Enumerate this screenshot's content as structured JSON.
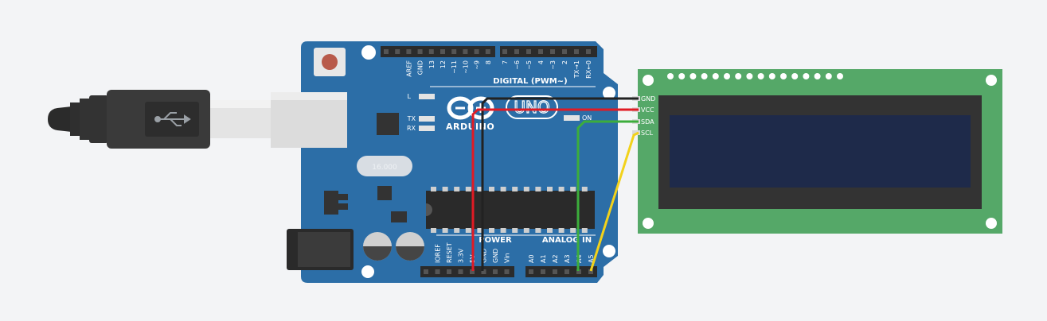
{
  "board": {
    "name": "UNO",
    "brand": "ARDUINO",
    "digital_header_label": "DIGITAL (PWM~)",
    "digital_pins": [
      "AREF",
      "GND",
      "13",
      "12",
      "~11",
      "~10",
      "~9",
      "8",
      "7",
      "~6",
      "~5",
      "4",
      "~3",
      "2",
      "TX→1",
      "RX←0"
    ],
    "power_header_label": "POWER",
    "power_pins": [
      "IOREF",
      "RESET",
      "3.3V",
      "5V",
      "GND",
      "GND",
      "Vin"
    ],
    "analog_header_label": "ANALOG IN",
    "analog_pins": [
      "A0",
      "A1",
      "A2",
      "A3",
      "A4",
      "A5"
    ],
    "led_labels": {
      "l": "L",
      "tx": "TX",
      "rx": "RX",
      "on": "ON"
    },
    "crystal_label": "16.000",
    "board_color": "#2c6ea7"
  },
  "lcd": {
    "pins": [
      "GND",
      "VCC",
      "SDA",
      "SCL"
    ],
    "pcb_color": "#55a868",
    "screen_color": "#1e2a4a"
  },
  "wires": {
    "gnd_color": "#222222",
    "vcc_color": "#e01b24",
    "sda_color": "#3cad3c",
    "scl_color": "#f2d21b"
  }
}
